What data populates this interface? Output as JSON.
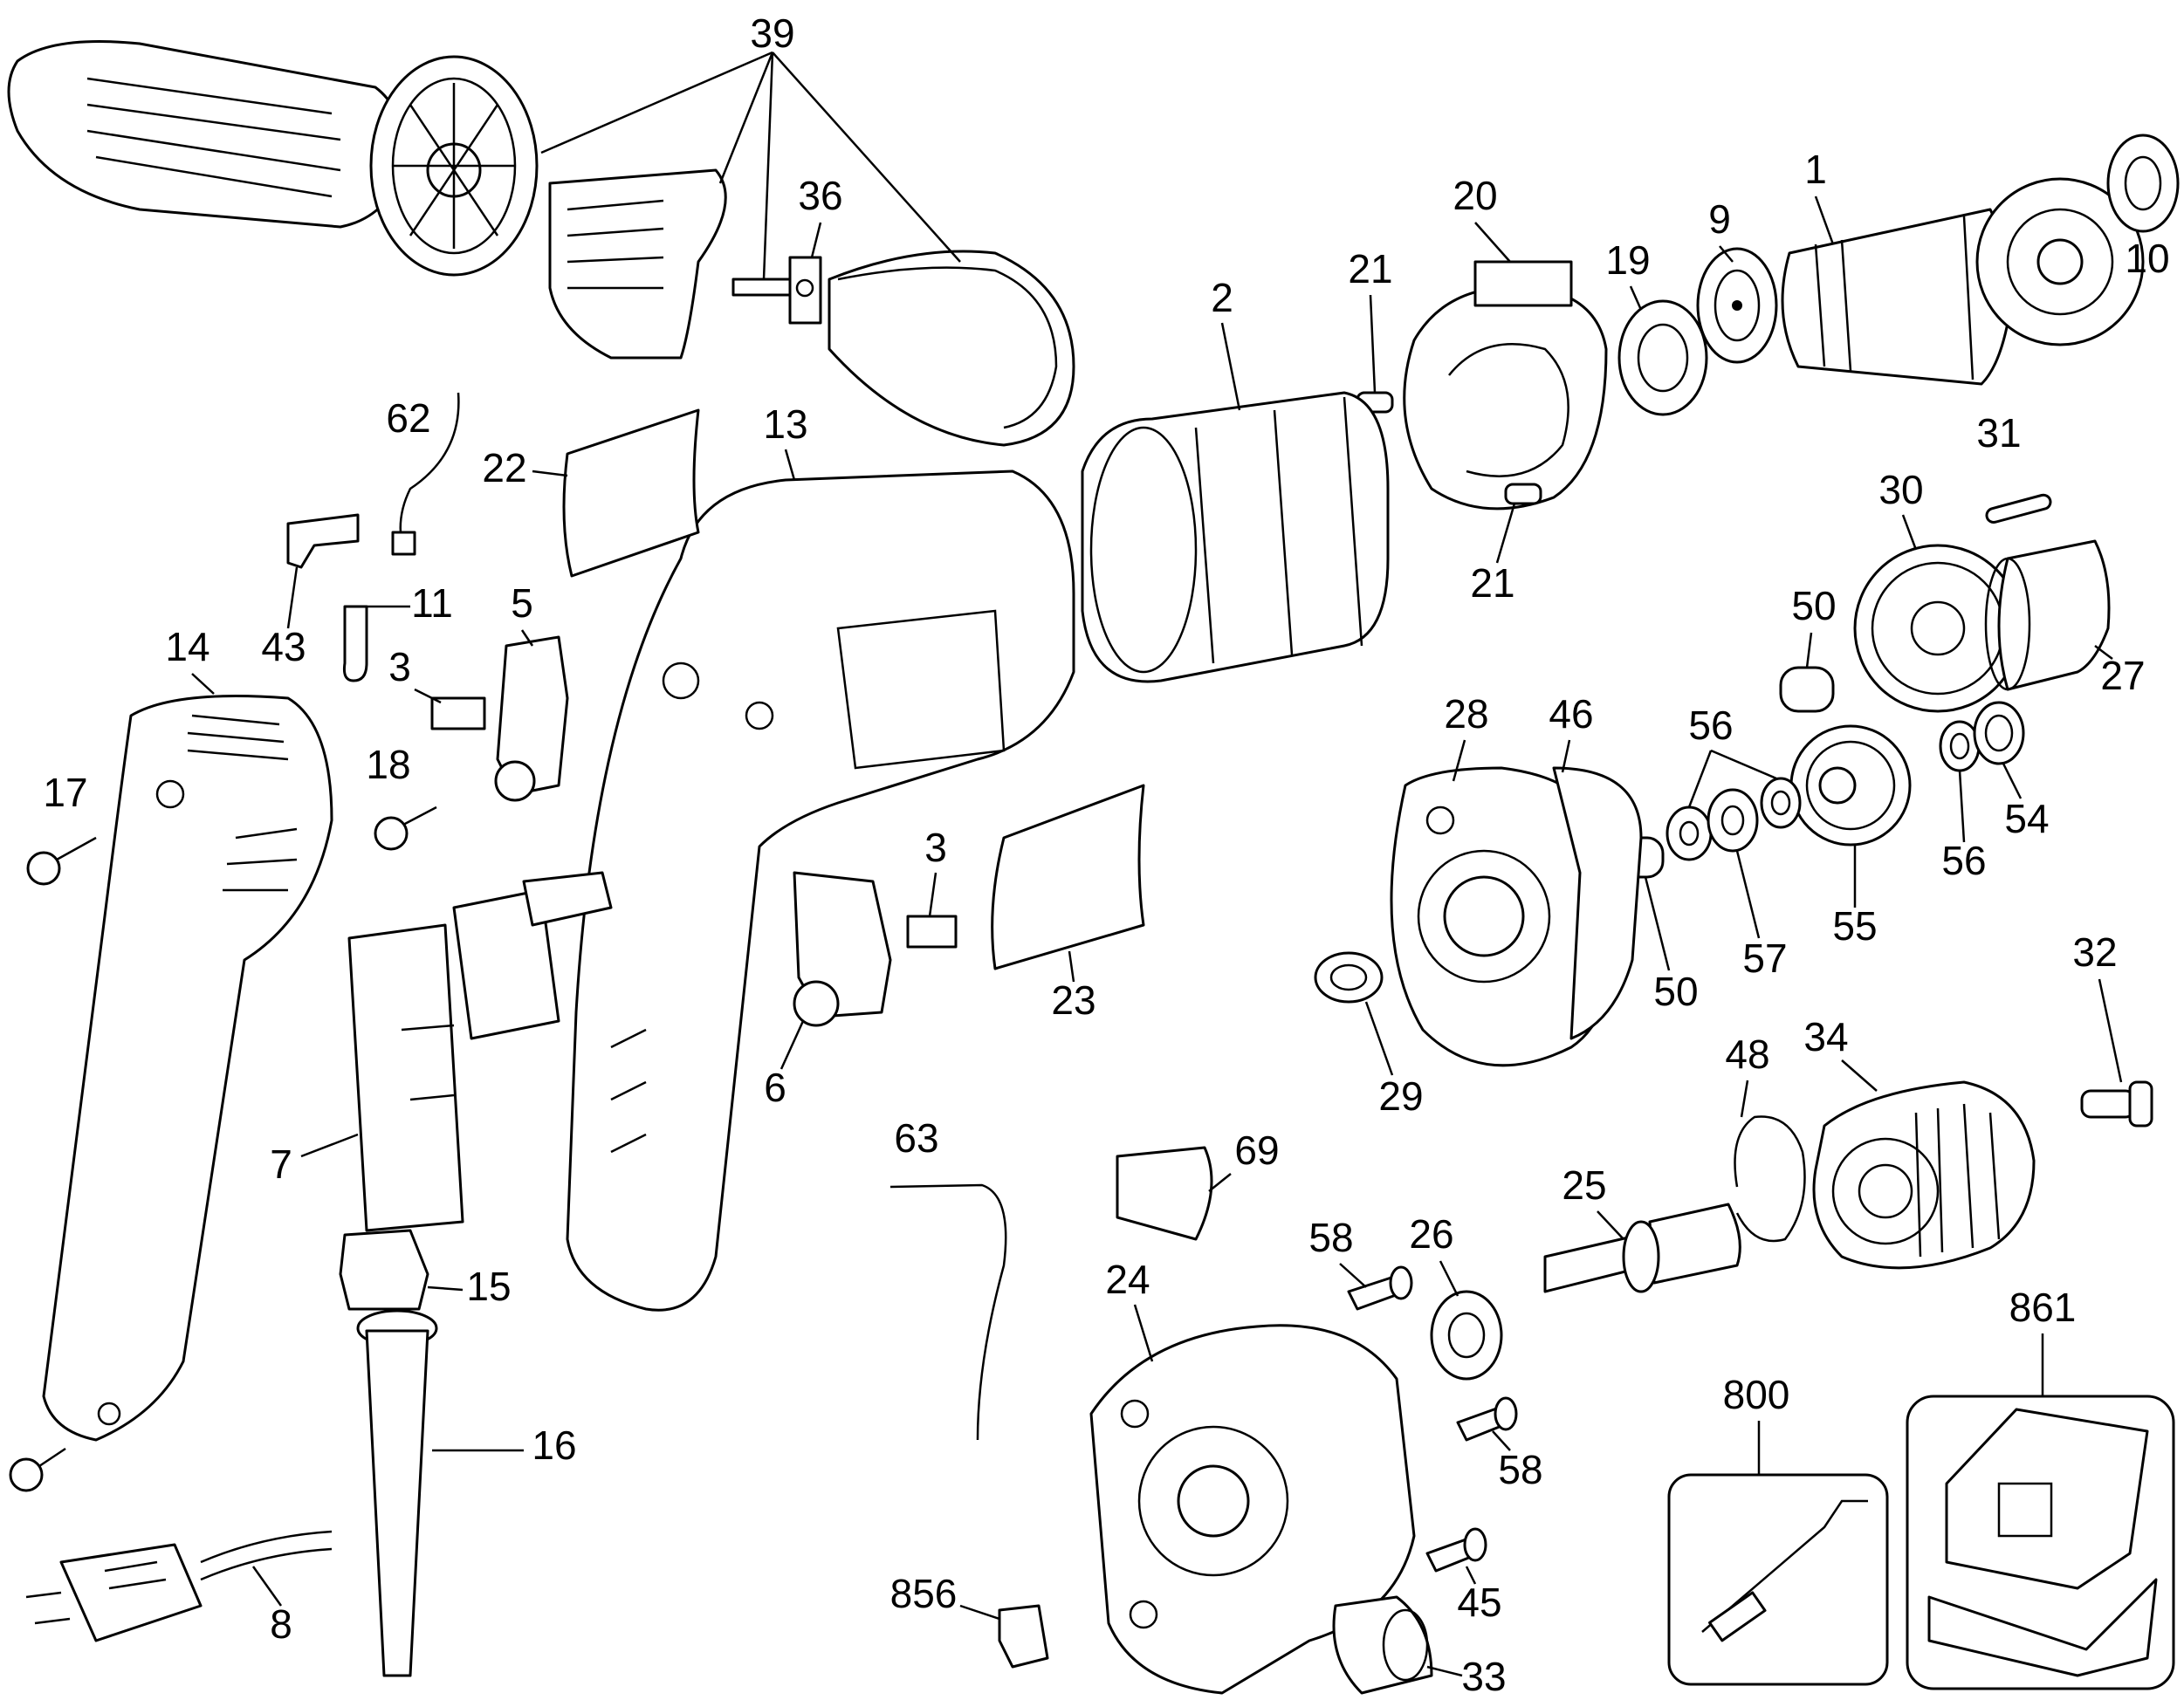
{
  "diagram": {
    "labels": {
      "l1": "1",
      "l2": "2",
      "l3a": "3",
      "l3b": "3",
      "l5": "5",
      "l6": "6",
      "l7": "7",
      "l8": "8",
      "l9": "9",
      "l10": "10",
      "l11": "11",
      "l13": "13",
      "l14": "14",
      "l15": "15",
      "l16": "16",
      "l17": "17",
      "l18": "18",
      "l19": "19",
      "l20": "20",
      "l21a": "21",
      "l21b": "21",
      "l22": "22",
      "l23": "23",
      "l24": "24",
      "l25": "25",
      "l26": "26",
      "l27": "27",
      "l28": "28",
      "l29": "29",
      "l30": "30",
      "l31": "31",
      "l32": "32",
      "l33": "33",
      "l34": "34",
      "l36": "36",
      "l39": "39",
      "l43": "43",
      "l45": "45",
      "l46": "46",
      "l48": "48",
      "l50a": "50",
      "l50b": "50",
      "l54": "54",
      "l55": "55",
      "l56a": "56",
      "l56b": "56",
      "l57": "57",
      "l58a": "58",
      "l58b": "58",
      "l62": "62",
      "l63": "63",
      "l69": "69",
      "l800": "800",
      "l856": "856",
      "l861": "861"
    }
  }
}
